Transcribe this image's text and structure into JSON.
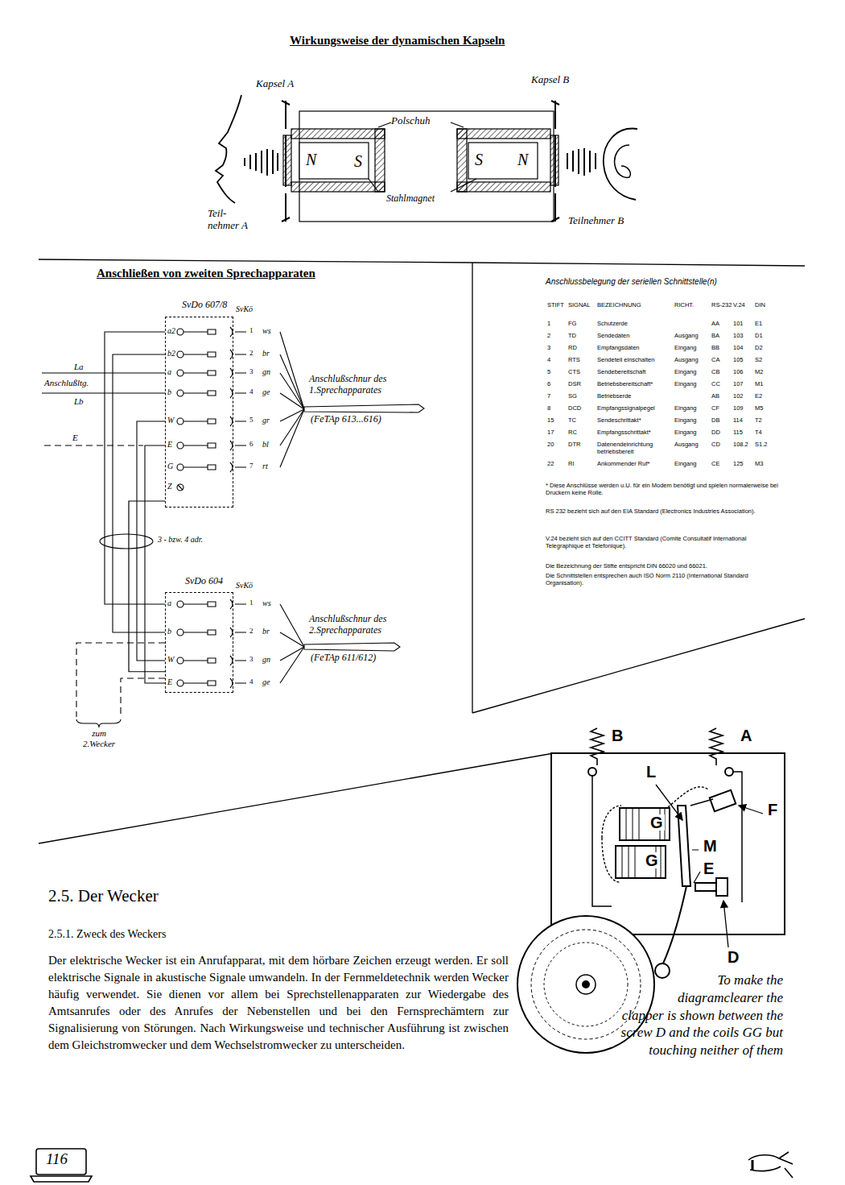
{
  "diagram": {
    "title": "Wirkungsweise der dynamischen Kapseln",
    "nodes": [
      {
        "text": [
          "SvDo 607/8"
        ]
      },
      {
        "text": [
          "SvDo 604"
        ]
      }
    ],
    "edges": [
      {
        "from": 0,
        "to": 1,
        "arrow": "none",
        "label": "3 - bzw. 4 adr."
      }
    ],
    "labels": [
      "Kapsel A",
      "Kapsel B",
      "Polschuh",
      "N",
      "S",
      "S",
      "N",
      "Stahlmagnet",
      "Teil- nehmer A",
      "Teilnehmer B",
      "Anschließen von zweiten Sprechapparaten",
      "a2",
      "b2",
      "a",
      "b",
      "W",
      "E",
      "G",
      "Z",
      "SvKö",
      "1",
      "2",
      "3",
      "4",
      "5",
      "6",
      "7",
      "ws",
      "br",
      "gn",
      "ge",
      "gr",
      "bl",
      "rt",
      "La",
      "Anschlußltg.",
      "Lb",
      "E",
      "Anschlußschnur des 1.Sprechapparates",
      "(FeTAp 613...616)",
      "a",
      "b",
      "W",
      "E",
      "SvKö",
      "1",
      "2",
      "3",
      "4",
      "ws",
      "br",
      "gn",
      "ge",
      "Anschlußschnur des 2.Sprechapparates",
      "(FeTAp 611/612)",
      "zum 2.Wecker",
      "Anschlussbelegung der seriellen Schnittstelle(n)",
      "STIFT",
      "SIGNAL",
      "BEZEICHNUNG",
      "RICHT.",
      "RS-232",
      "V.24",
      "DIN",
      "1",
      "FG",
      "Schutzerde",
      "AA",
      "101",
      "E1",
      "2",
      "TD",
      "Sendedaten",
      "Ausgang",
      "BA",
      "103",
      "D1",
      "3",
      "RD",
      "Empfangsdaten",
      "Eingang",
      "BB",
      "104",
      "D2",
      "4",
      "RTS",
      "Sendeteil einschalten",
      "Ausgang",
      "CA",
      "105",
      "S2",
      "5",
      "CTS",
      "Sendebereitschaft",
      "Eingang",
      "CB",
      "106",
      "M2",
      "6",
      "DSR",
      "Betriebsbereitschaft*",
      "Eingang",
      "CC",
      "107",
      "M1",
      "7",
      "SG",
      "Betriebserde",
      "AB",
      "102",
      "E2",
      "8",
      "DCD",
      "Empfangssignalpegel",
      "Eingang",
      "CF",
      "109",
      "M5",
      "15",
      "TC",
      "Sendeschrittakt*",
      "Eingang",
      "DB",
      "114",
      "T2",
      "17",
      "RC",
      "Empfangsschrittakt*",
      "Eingang",
      "DD",
      "115",
      "T4",
      "20",
      "DTR",
      "Datenendeinrichtung betriebsbereit",
      "Ausgang",
      "CD",
      "108.2",
      "S1.2",
      "22",
      "RI",
      "Ankommender Ruf*",
      "Eingang",
      "CE",
      "125",
      "M3",
      "* Diese Anschlüsse werden u.U. für ein Modem benötigt und spielen normalerweise bei Druckern keine Rolle.",
      "RS 232 bezieht sich auf den EIA Standard (Electronics Industries Association).",
      "V.24 bezieht sich auf den CCITT Standard (Comite Consultatif International Telegraphique et Telefonique).",
      "Die Bezeichnung der Stifte entspricht DIN 66020 und 66021.",
      "Die Schnittstellen entsprechen auch ISO Norm 2110 (International Standard Organisation).",
      "2.5. Der Wecker",
      "2.5.1. Zweck des Weckers",
      "Der elektrische Wecker ist ein Anrufapparat, mit dem hörbare Zeichen erzeugt werden. Er soll elektrische Signale in akustische Signale umwandeln. In der Fernmeldetechnik werden Wecker häufig verwendet. Sie dienen vor allem bei Sprechstellenapparaten zur Wiedergabe des Amtsanrufes oder des Anrufes der Nebenstellen und bei den Fernsprechämtern zur Signalisierung von Störungen. Nach Wirkungsweise und technischer Ausführung ist zwischen dem Gleichstromwecker und dem Wechselstromwecker zu unterscheiden.",
      "B",
      "A",
      "L",
      "F",
      "G",
      "G",
      "M",
      "E",
      "D",
      "To make the diagramclearer the clapper is shown between the screw D and the coils GG but touching neither of them",
      "116"
    ]
  }
}
